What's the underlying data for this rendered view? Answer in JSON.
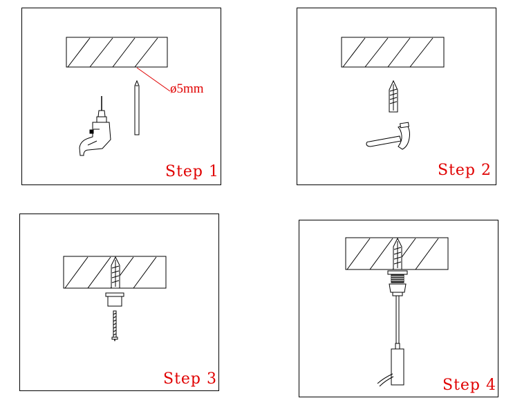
{
  "colors": {
    "label": "#e00000",
    "line": "#000000",
    "background": "#ffffff"
  },
  "steps": [
    {
      "label": "Step 1",
      "dimension": "ø5mm",
      "icons": [
        "wall-block-icon",
        "drill-icon",
        "drill-bit-icon"
      ]
    },
    {
      "label": "Step 2",
      "icons": [
        "wall-block-icon",
        "wall-plug-icon",
        "hammer-icon"
      ]
    },
    {
      "label": "Step 3",
      "icons": [
        "wall-block-icon",
        "wall-plug-icon",
        "ceiling-cap-icon",
        "screw-icon"
      ]
    },
    {
      "label": "Step 4",
      "icons": [
        "wall-block-icon",
        "wall-plug-icon",
        "cable-gripper-icon",
        "suspension-cable-icon",
        "lamp-fitting-icon"
      ]
    }
  ]
}
